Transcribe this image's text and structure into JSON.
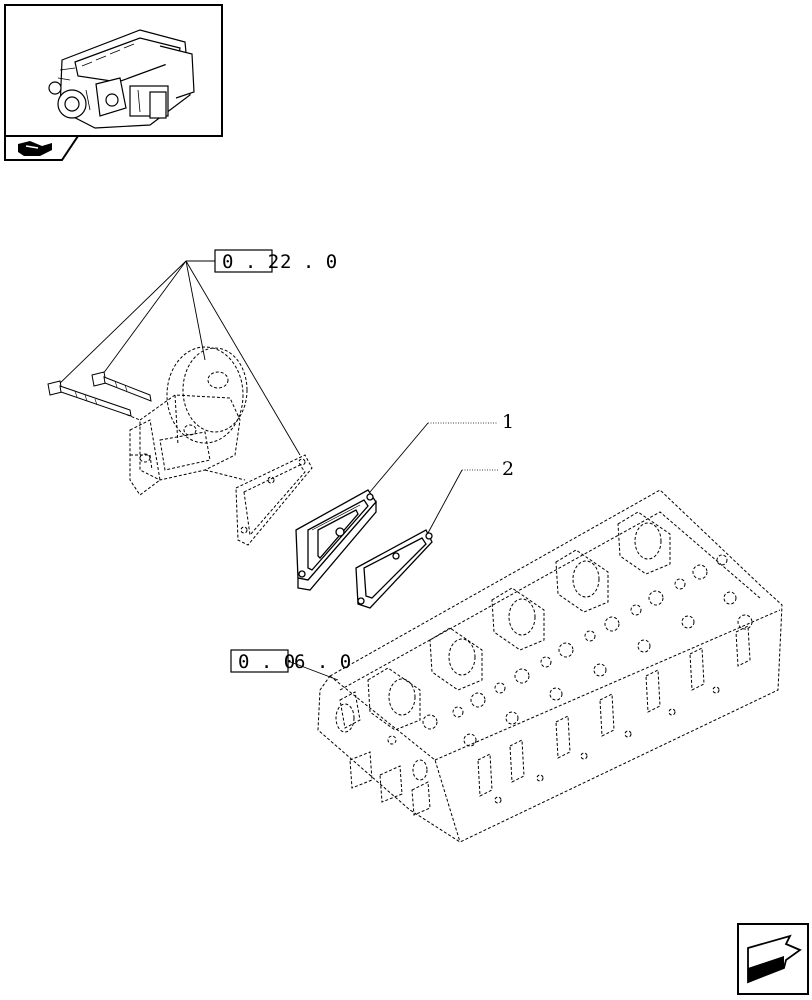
{
  "references": [
    {
      "boxed": "0 . 2",
      "rest": "2 . 0"
    },
    {
      "boxed": "0 . 0",
      "rest": "6 . 0"
    }
  ],
  "callouts": [
    "1",
    "2"
  ],
  "icons": {
    "thumbnail": "engine-thumbnail-icon",
    "tab": "hand-pointing-icon",
    "next_page": "next-page-arrow-icon"
  }
}
